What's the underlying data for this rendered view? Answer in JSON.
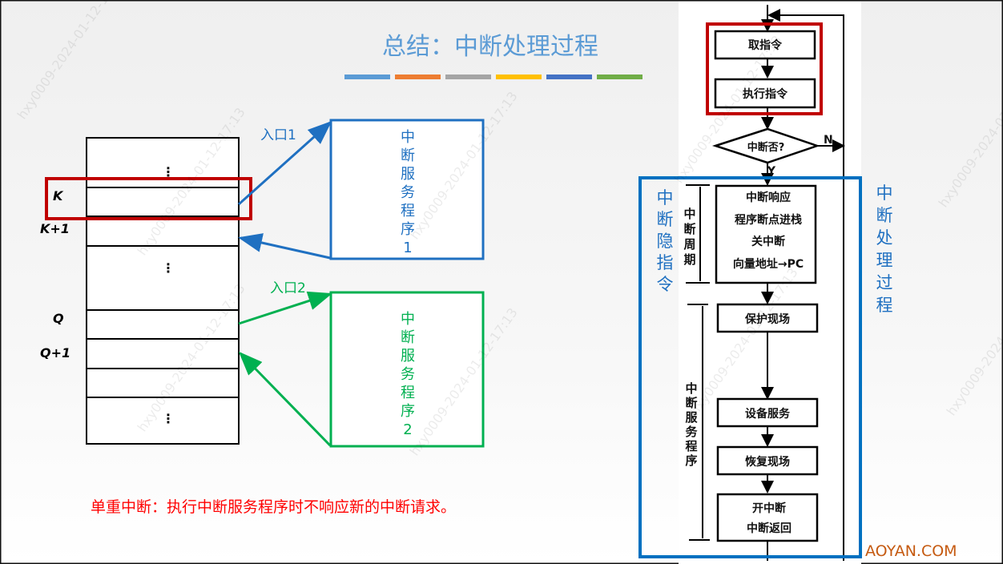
{
  "title": "总结：中断处理过程",
  "accent_bars": [
    "#5b9bd5",
    "#ed7d31",
    "#a5a5a5",
    "#ffc000",
    "#4472c4",
    "#70ad47"
  ],
  "memory": {
    "dots": "⋮",
    "labels": {
      "k": "K",
      "k1": "K+1",
      "q": "Q",
      "q1": "Q+1"
    }
  },
  "isr1": {
    "entry_label": "入口1",
    "chars": [
      "中",
      "断",
      "服",
      "务",
      "程",
      "序",
      "1"
    ],
    "color": "#1f70c1"
  },
  "isr2": {
    "entry_label": "入口2",
    "chars": [
      "中",
      "断",
      "服",
      "务",
      "程",
      "序",
      "2"
    ],
    "color": "#00b050"
  },
  "note": "单重中断：执行中断服务程序时不响应新的中断请求。",
  "flowchart": {
    "fetch": "取指令",
    "execute": "执行指令",
    "decision": "中断否?",
    "no": "N",
    "yes": "Y",
    "cycle_lines": [
      "中断响应",
      "程序断点进栈",
      "关中断",
      "向量地址→PC"
    ],
    "cycle_label": [
      "中",
      "断",
      "周",
      "期"
    ],
    "save": "保护现场",
    "device": "设备服务",
    "restore": "恢复现场",
    "return_lines": [
      "开中断",
      "中断返回"
    ],
    "isr_label": [
      "中",
      "断",
      "服",
      "务",
      "程",
      "序"
    ]
  },
  "hidden_instruction_label": [
    "中",
    "断",
    "隐",
    "指",
    "令"
  ],
  "process_label": [
    "中",
    "断",
    "处",
    "理",
    "过",
    "程"
  ],
  "footer_brand": "AOYAN.COM",
  "watermark": "hxy0009-2024-01-12-17:13"
}
